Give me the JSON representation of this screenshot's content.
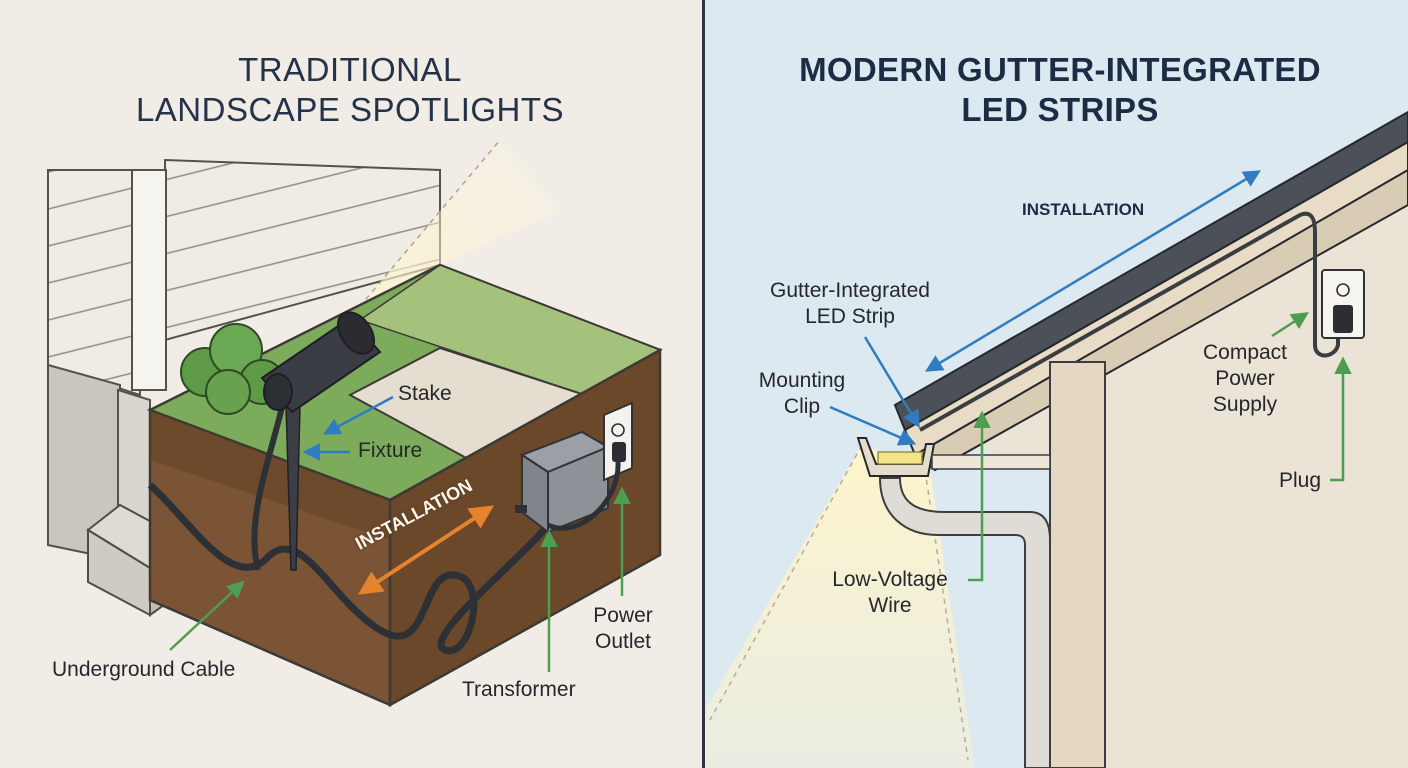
{
  "left_panel": {
    "title_line1": "TRADITIONAL",
    "title_line2": "LANDSCAPE SPOTLIGHTS",
    "labels": {
      "stake": "Stake",
      "fixture": "Fixture",
      "installation": "INSTALLATION",
      "underground_cable": "Underground Cable",
      "transformer": "Transformer",
      "power_outlet_line1": "Power",
      "power_outlet_line2": "Outlet"
    }
  },
  "right_panel": {
    "title_line1": "MODERN GUTTER-INTEGRATED",
    "title_line2": "LED STRIPS",
    "labels": {
      "installation": "INSTALLATION",
      "led_strip_line1": "Gutter-Integrated",
      "led_strip_line2": "LED Strip",
      "mounting_clip_line1": "Mounting",
      "mounting_clip_line2": "Clip",
      "power_supply_line1": "Compact",
      "power_supply_line2": "Power",
      "power_supply_line3": "Supply",
      "plug": "Plug",
      "wire_line1": "Low-Voltage",
      "wire_line2": "Wire"
    }
  },
  "colors": {
    "left_bg": "#f1ede6",
    "right_bg": "#dde9f1",
    "soil": "#7a5434",
    "grass": "#7dab5c",
    "arrow_blue": "#2f7dc0",
    "arrow_green": "#4e9e52",
    "arrow_orange": "#e5832e",
    "title_navy": "#1d2c45"
  }
}
